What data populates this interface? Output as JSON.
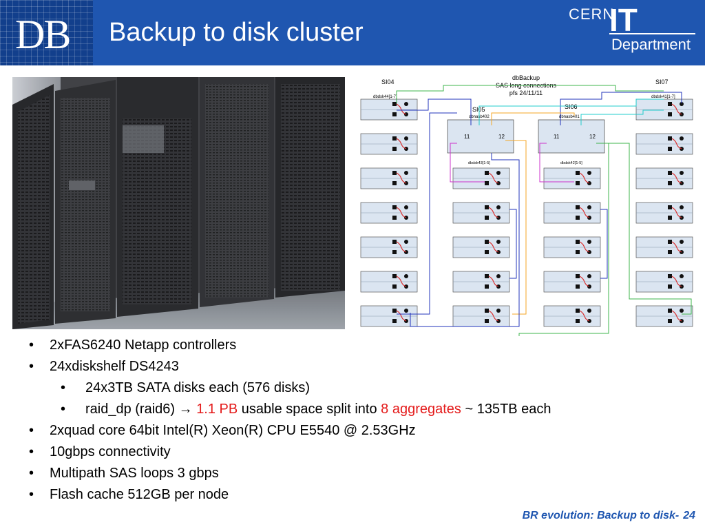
{
  "header": {
    "logo_text": "DB",
    "title": "Backup to disk cluster",
    "org_logo": {
      "cern": "CERN",
      "it": "IT",
      "department": "Department"
    }
  },
  "diagram": {
    "title_lines": [
      "dbBackup",
      "SAS long connections",
      "pfs 24/11/11"
    ],
    "columns": [
      {
        "label": "SI04",
        "sublabel": "dbdsk44[1-7]"
      },
      {
        "label": "SI05",
        "sublabel": "dbnasb402"
      },
      {
        "label": "SI06",
        "sublabel": "dbnasb401"
      },
      {
        "label": "SI07",
        "sublabel": "dbdsk41[1-7]"
      }
    ],
    "shelf_labels": [
      "dbdsk43[1-5]",
      "dbdsk42[1-5]"
    ],
    "port_labels": [
      "11",
      "12"
    ]
  },
  "bullets": [
    {
      "level": 1,
      "parts": [
        {
          "text": "2xFAS6240 Netapp controllers"
        }
      ]
    },
    {
      "level": 1,
      "parts": [
        {
          "text": "24xdiskshelf DS4243"
        }
      ]
    },
    {
      "level": 2,
      "parts": [
        {
          "text": "24x3TB SATA disks each (576 disks)"
        }
      ]
    },
    {
      "level": 2,
      "parts": [
        {
          "text": "raid_dp (raid6) → "
        },
        {
          "text": "1.1 PB",
          "color": "#e41a1a"
        },
        {
          "text": " usable space split into "
        },
        {
          "text": "8 aggregates",
          "color": "#e41a1a"
        },
        {
          "text": " ~ 135TB each"
        }
      ]
    },
    {
      "level": 1,
      "parts": [
        {
          "text": "2xquad core 64bit Intel(R) Xeon(R) CPU E5540  @ 2.53GHz"
        }
      ]
    },
    {
      "level": 1,
      "parts": [
        {
          "text": "10gbps connectivity"
        }
      ]
    },
    {
      "level": 1,
      "parts": [
        {
          "text": "Multipath SAS loops 3 gbps"
        }
      ]
    },
    {
      "level": 1,
      "parts": [
        {
          "text": "Flash cache 512GB per node"
        }
      ]
    }
  ],
  "footer": {
    "text": "BR evolution: Backup to disk-",
    "page": "24"
  }
}
